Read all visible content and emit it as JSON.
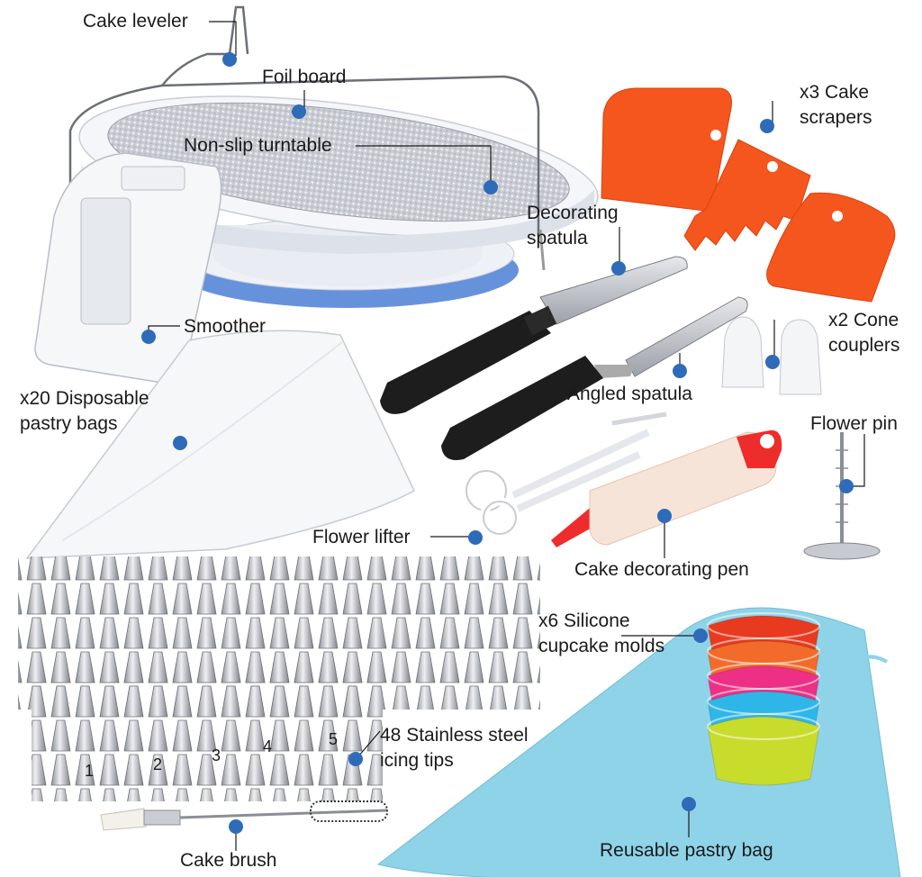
{
  "labels": {
    "cake_leveler": "Cake leveler",
    "foil_board": "Foil board",
    "turntable": "Non-slip turntable",
    "decorating_spatula_1": "Decorating",
    "decorating_spatula_2": "spatula",
    "cake_scrapers_1": "x3 Cake",
    "cake_scrapers_2": "scrapers",
    "smoother": "Smoother",
    "cone_couplers_1": "x2 Cone",
    "cone_couplers_2": "couplers",
    "pastry_bags_1": "x20 Disposable",
    "pastry_bags_2": "pastry bags",
    "angled_spatula": "Angled spatula",
    "flower_pin": "Flower pin",
    "flower_lifter": "Flower lifter",
    "decorating_pen": "Cake decorating pen",
    "cupcake_molds_1": "x6 Silicone",
    "cupcake_molds_2": "cupcake molds",
    "icing_tips_1": "48 Stainless steel",
    "icing_tips_2": "icing tips",
    "cake_brush": "Cake brush",
    "reusable_bag": "Reusable pastry bag"
  },
  "tip_numbers": [
    "1",
    "2",
    "3",
    "4",
    "5"
  ],
  "colors": {
    "marker": "#2e6bb8",
    "scraper_orange": "#f5561e",
    "handle_black": "#1d1d1d",
    "steel": "#b9bcc2",
    "reusable_bag": "#8fd3e8",
    "pen_red": "#ee2c2c",
    "mold_colors": [
      "#e83a1f",
      "#f26b2a",
      "#ee2f86",
      "#2fb6e8",
      "#c8dc2c"
    ]
  }
}
